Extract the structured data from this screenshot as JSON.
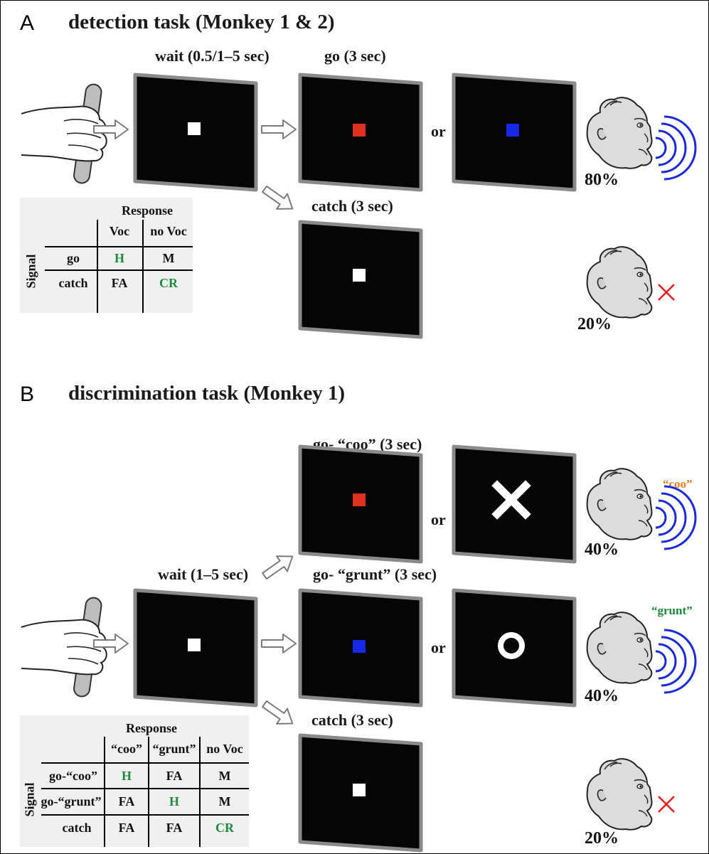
{
  "panels": {
    "a": {
      "letter": "A",
      "title": "detection task (Monkey 1 & 2)",
      "wait_label": "wait (0.5/1–5 sec)",
      "go_label": "go (3 sec)",
      "or_label": "or",
      "catch_label": "catch (3 sec)",
      "pct_go": "80%",
      "pct_catch": "20%",
      "table": {
        "response_header": "Response",
        "signal_header": "Signal",
        "col_labels": [
          "Voc",
          "no Voc"
        ],
        "rows": [
          {
            "label": "go",
            "cells": [
              "H",
              "M"
            ]
          },
          {
            "label": "catch",
            "cells": [
              "FA",
              "CR"
            ]
          }
        ]
      }
    },
    "b": {
      "letter": "B",
      "title": "discrimination task (Monkey 1)",
      "wait_label": "wait (1–5 sec)",
      "go_coo_label": "go- “coo” (3 sec)",
      "go_grunt_label": "go- “grunt” (3 sec)",
      "or_label": "or",
      "catch_label": "catch (3 sec)",
      "voc_coo": "“coo”",
      "voc_grunt": "“grunt”",
      "pct_coo": "40%",
      "pct_grunt": "40%",
      "pct_catch": "20%",
      "table": {
        "response_header": "Response",
        "signal_header": "Signal",
        "col_labels": [
          "“coo”",
          "“grunt”",
          "no Voc"
        ],
        "rows": [
          {
            "label": "go-“coo”",
            "cells": [
              "H",
              "FA",
              "M"
            ]
          },
          {
            "label": "go-“grunt”",
            "cells": [
              "FA",
              "H",
              "M"
            ]
          },
          {
            "label": "catch",
            "cells": [
              "FA",
              "FA",
              "CR"
            ]
          }
        ]
      }
    }
  },
  "colors": {
    "go_red": "#e0301e",
    "go_blue": "#1428e6",
    "sound_wave": "#1a2ad8",
    "cross_red": "#e02020",
    "coo_orange": "#e67e22",
    "grunt_green": "#1e8a3a",
    "hit_green": "#1e8a3a"
  },
  "icons": [
    "hand-on-lever-icon",
    "arrow-icon",
    "monkey-head-icon",
    "sound-wave-icon",
    "no-response-cross-icon",
    "x-shape-icon",
    "ring-shape-icon"
  ]
}
